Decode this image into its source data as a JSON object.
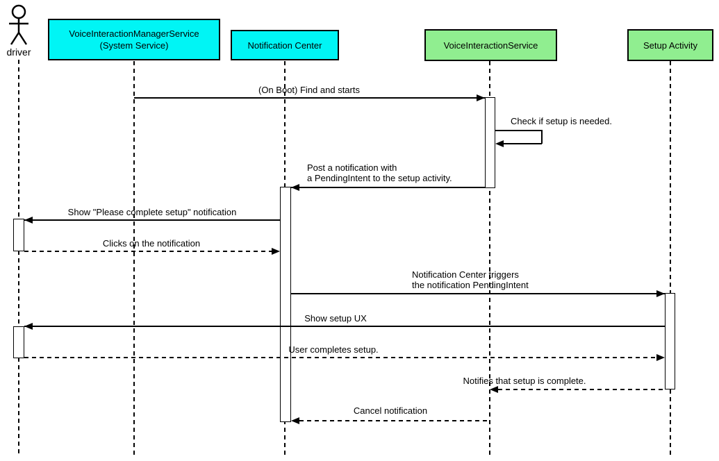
{
  "diagram": {
    "type": "uml-sequence-diagram",
    "actor": {
      "name": "driver"
    },
    "participants": [
      {
        "id": "vims",
        "label_line1": "VoiceInteractionManagerService",
        "label_line2": "(System Service)",
        "fill": "#00f5f5"
      },
      {
        "id": "notification-center",
        "label": "Notification Center",
        "fill": "#00f5f5"
      },
      {
        "id": "voice-interaction-service",
        "label": "VoiceInteractionService",
        "fill": "#90ee90"
      },
      {
        "id": "setup-activity",
        "label": "Setup Activity",
        "fill": "#90ee90"
      }
    ],
    "messages": [
      {
        "id": "on-boot",
        "text": "(On Boot) Find and starts",
        "from": "vims",
        "to": "voice-interaction-service",
        "line": "solid"
      },
      {
        "id": "check-setup",
        "text": "Check if setup is needed.",
        "from": "voice-interaction-service",
        "to": "voice-interaction-service",
        "line": "solid-self"
      },
      {
        "id": "post-notification",
        "text_line1": "Post a notification with",
        "text_line2": "a PendingIntent to the setup activity.",
        "from": "voice-interaction-service",
        "to": "notification-center",
        "line": "solid"
      },
      {
        "id": "show-notification",
        "text": "Show \"Please complete setup\" notification",
        "from": "notification-center",
        "to": "driver",
        "line": "solid"
      },
      {
        "id": "clicks-notification",
        "text": "Clicks on the notification",
        "from": "driver",
        "to": "notification-center",
        "line": "dashed"
      },
      {
        "id": "nc-triggers",
        "text_line1": "Notification Center triggers",
        "text_line2": "the notification PendingIntent",
        "from": "notification-center",
        "to": "setup-activity",
        "line": "solid"
      },
      {
        "id": "show-setup-ux",
        "text": "Show setup UX",
        "from": "setup-activity",
        "to": "driver",
        "line": "solid"
      },
      {
        "id": "user-completes",
        "text": "User completes setup.",
        "from": "driver",
        "to": "setup-activity",
        "line": "dashed"
      },
      {
        "id": "notifies-complete",
        "text": "Notifies that setup is complete.",
        "from": "setup-activity",
        "to": "voice-interaction-service",
        "line": "dashed"
      },
      {
        "id": "cancel-notification",
        "text": "Cancel notification",
        "from": "voice-interaction-service",
        "to": "notification-center",
        "line": "dashed"
      }
    ],
    "colors": {
      "system_participant_fill": "#00f5f5",
      "app_participant_fill": "#90ee90",
      "line": "#000000",
      "background": "#ffffff"
    }
  }
}
